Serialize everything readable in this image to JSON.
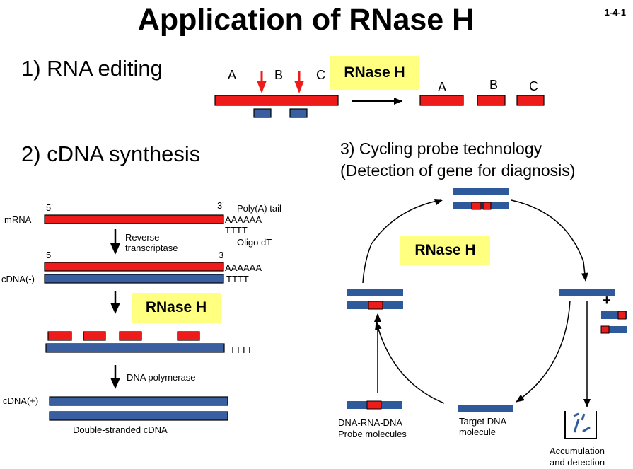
{
  "title": "Application of RNase H",
  "slide_number": "1-4-1",
  "section1": {
    "heading": "1) RNA editing",
    "label_a": "A",
    "label_b": "B",
    "label_c": "C",
    "enzyme": "RNase H",
    "result_a": "A",
    "result_b": "B",
    "result_c": "C"
  },
  "section2": {
    "heading": "2) cDNA synthesis",
    "five_prime_1": "5'",
    "three_prime_1": "3'",
    "polya_tail": "Poly(A) tail",
    "mrna": "mRNA",
    "aaaaaa_1": "AAAAAA",
    "tttt_1": "TTTT",
    "oligo_dt": "Oligo dT",
    "reverse": "Reverse",
    "transcriptase": "transcriptase",
    "five_prime_2": "5",
    "three_prime_2": "3",
    "aaaaaa_2": "AAAAAA",
    "cdna_minus": "cDNA(-)",
    "tttt_2": "TTTT",
    "enzyme": "RNase H",
    "tttt_3": "TTTT",
    "dna_polymerase": "DNA polymerase",
    "cdna_plus": "cDNA(+)",
    "double_stranded": "Double-stranded cDNA"
  },
  "section3": {
    "heading_line1": "3) Cycling probe technology",
    "heading_line2": "(Detection of gene for diagnosis)",
    "enzyme": "RNase H",
    "plus": "+",
    "probe_line1": "DNA-RNA-DNA",
    "probe_line2": "Probe molecules",
    "target_line1": "Target DNA",
    "target_line2": "molecule",
    "accum_line1": "Accumulation",
    "accum_line2": "and detection"
  }
}
